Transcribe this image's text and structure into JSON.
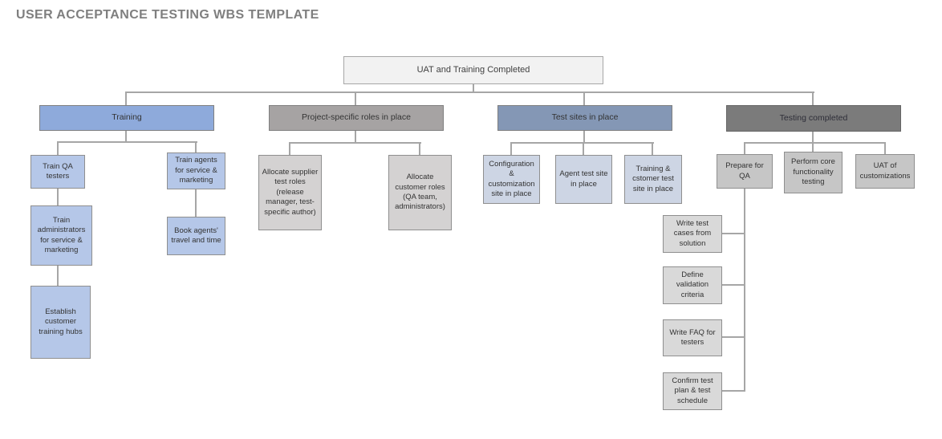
{
  "title": "USER ACCEPTANCE TESTING WBS TEMPLATE",
  "root": {
    "label": "UAT and Training Completed"
  },
  "branches": {
    "training": {
      "label": "Training",
      "children": {
        "train_qa": {
          "label": "Train QA testers"
        },
        "train_agents": {
          "label": "Train agents for service & marketing"
        },
        "train_admins": {
          "label": "Train administrators for service & marketing"
        },
        "book_agents": {
          "label": "Book agents' travel and time"
        },
        "establish_hubs": {
          "label": "Establish customer training hubs"
        }
      }
    },
    "roles": {
      "label": "Project-specific roles in place",
      "children": {
        "allocate_supplier": {
          "label": "Allocate supplier test roles (release manager, test-specific author)"
        },
        "allocate_customer": {
          "label": "Allocate customer roles (QA team, administrators)"
        }
      }
    },
    "test_sites": {
      "label": "Test sites in place",
      "children": {
        "config_site": {
          "label": "Configuration & customization site in place"
        },
        "agent_site": {
          "label": "Agent test site in place"
        },
        "training_site": {
          "label": "Training & cstomer test site in place"
        }
      }
    },
    "testing": {
      "label": "Testing completed",
      "children": {
        "prepare_qa": {
          "label": "Prepare for QA"
        },
        "perform_core": {
          "label": "Perform core functionality testing"
        },
        "uat_custom": {
          "label": "UAT of customizations"
        },
        "write_cases": {
          "label": "Write test cases from solution"
        },
        "define_criteria": {
          "label": "Define validation criteria"
        },
        "write_faq": {
          "label": "Write FAQ for testers"
        },
        "confirm_plan": {
          "label": "Confirm test plan & test schedule"
        }
      }
    }
  },
  "colors": {
    "title_text": "#7f7f7f",
    "root_fill": "#f2f2f2",
    "training_header": "#8eaadb",
    "training_child": "#b5c7e8",
    "roles_header": "#a6a3a3",
    "roles_child": "#d4d2d2",
    "test_sites_header": "#8497b5",
    "test_sites_child": "#cdd5e4",
    "testing_header": "#7b7b7b",
    "testing_child": "#c6c6c6",
    "testing_chain_child": "#d9d9d9",
    "connector": "#a6a6a6"
  }
}
